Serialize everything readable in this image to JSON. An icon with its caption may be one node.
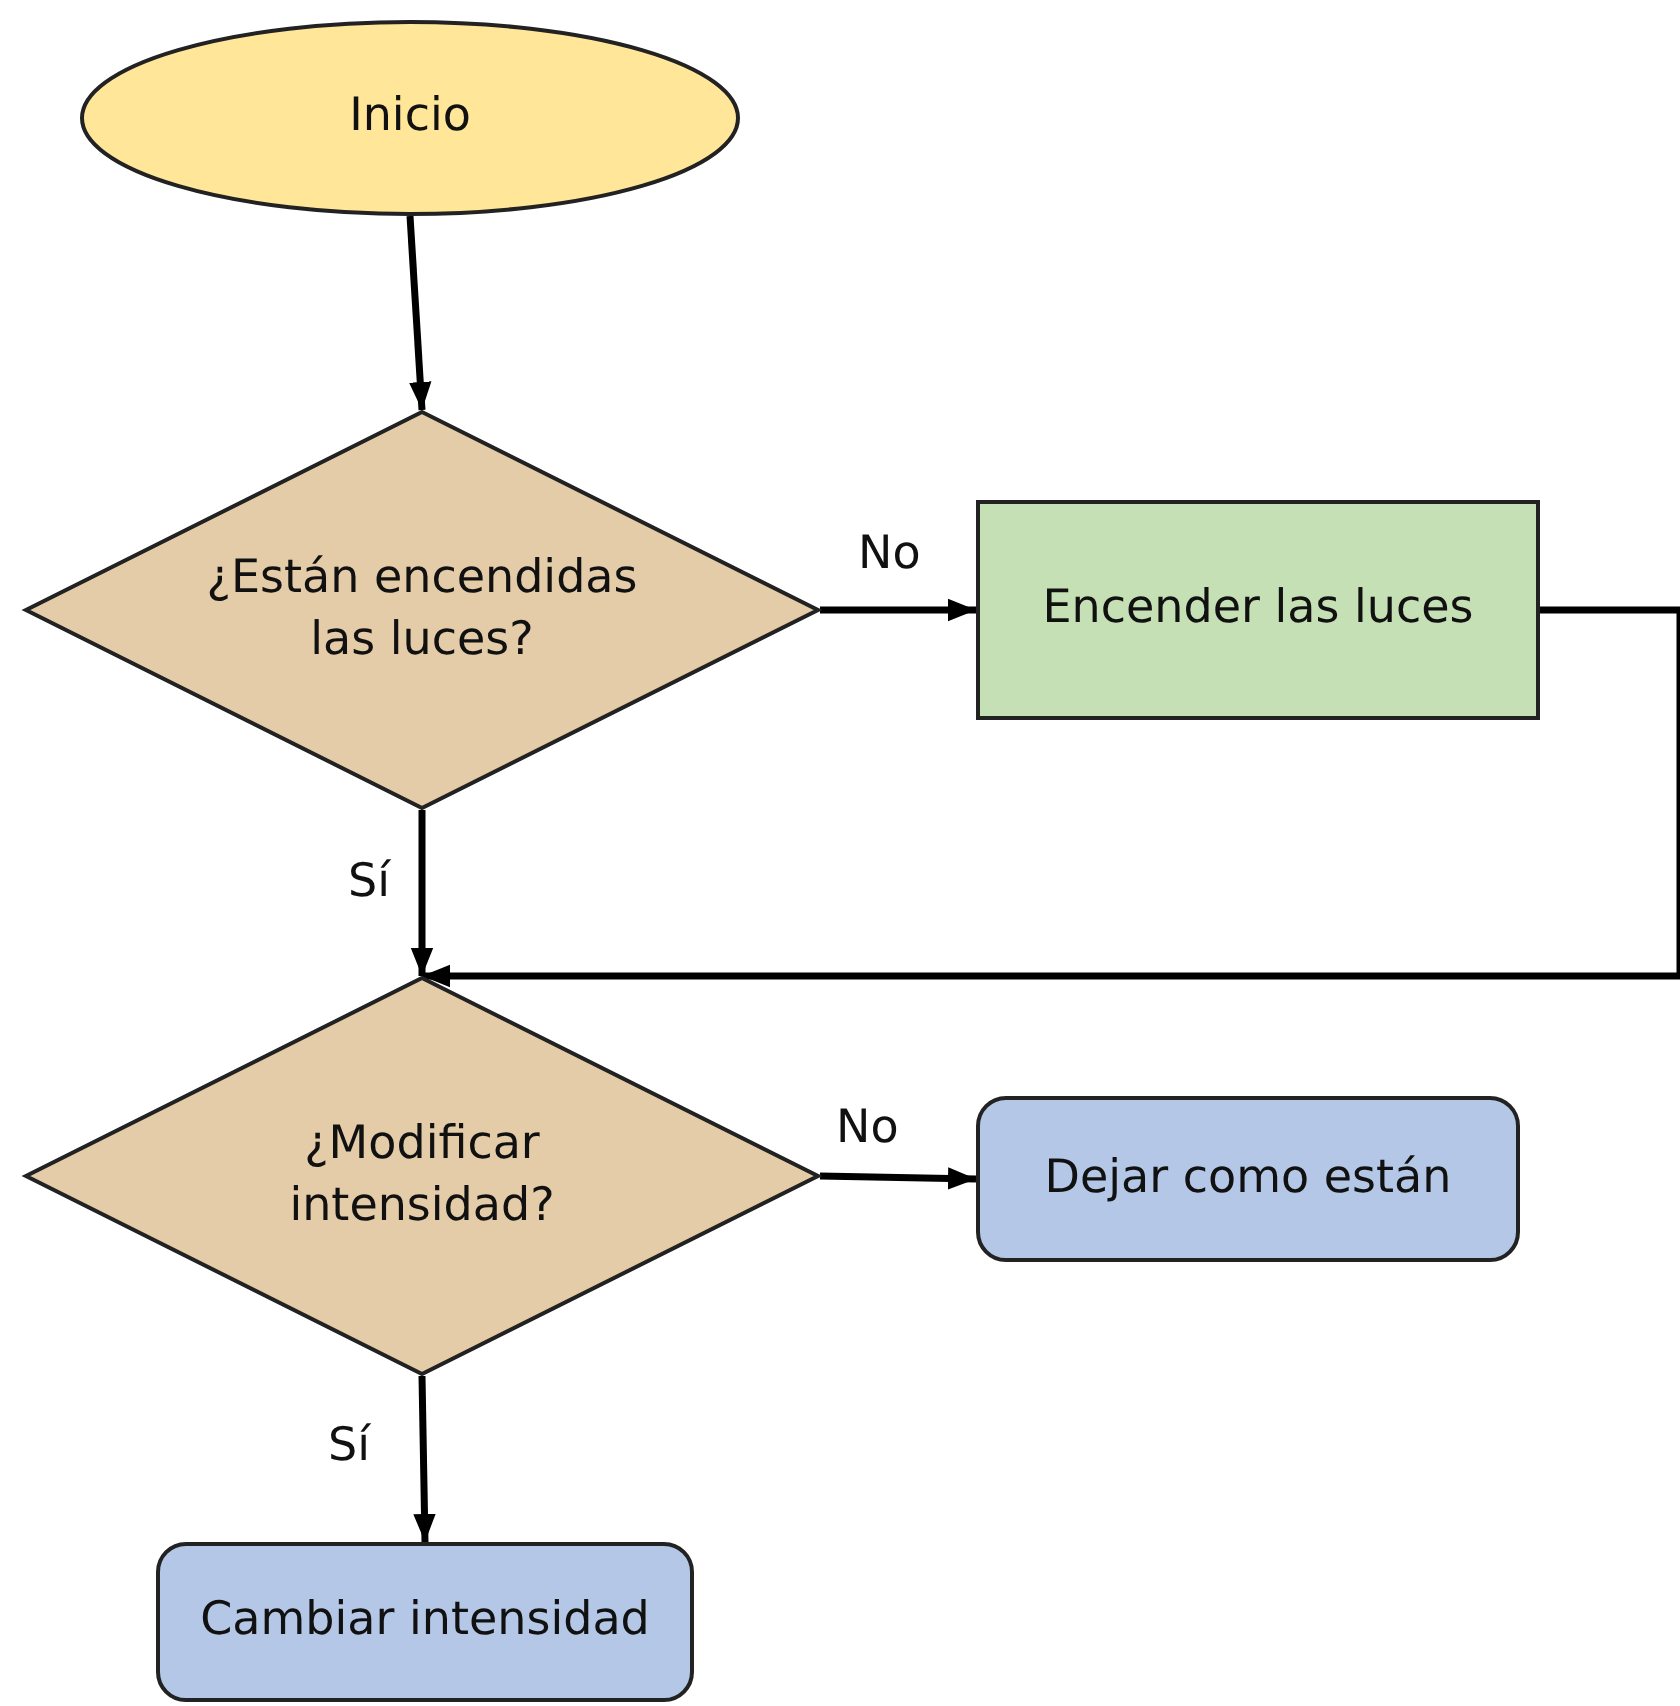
{
  "diagram": {
    "nodes": [
      {
        "text": [
          "Inicio"
        ]
      },
      {
        "text": [
          "¿Están encendidas las luces?"
        ]
      },
      {
        "text": [
          "Encender las luces"
        ]
      },
      {
        "text": [
          "¿Modificar intensidad?"
        ]
      },
      {
        "text": [
          "Dejar como están"
        ]
      },
      {
        "text": [
          "Cambiar intensidad"
        ]
      }
    ],
    "edges": [
      {
        "from": 0,
        "to": 1,
        "arrow": "to"
      },
      {
        "from": 1,
        "to": 2,
        "arrow": "to",
        "label": "No"
      },
      {
        "from": 2,
        "to": 3,
        "arrow": "to"
      },
      {
        "from": 1,
        "to": 3,
        "arrow": "to",
        "label": "Sí"
      },
      {
        "from": 3,
        "to": 4,
        "arrow": "to",
        "label": "No"
      },
      {
        "from": 3,
        "to": 5,
        "arrow": "to",
        "label": "Sí"
      }
    ]
  }
}
